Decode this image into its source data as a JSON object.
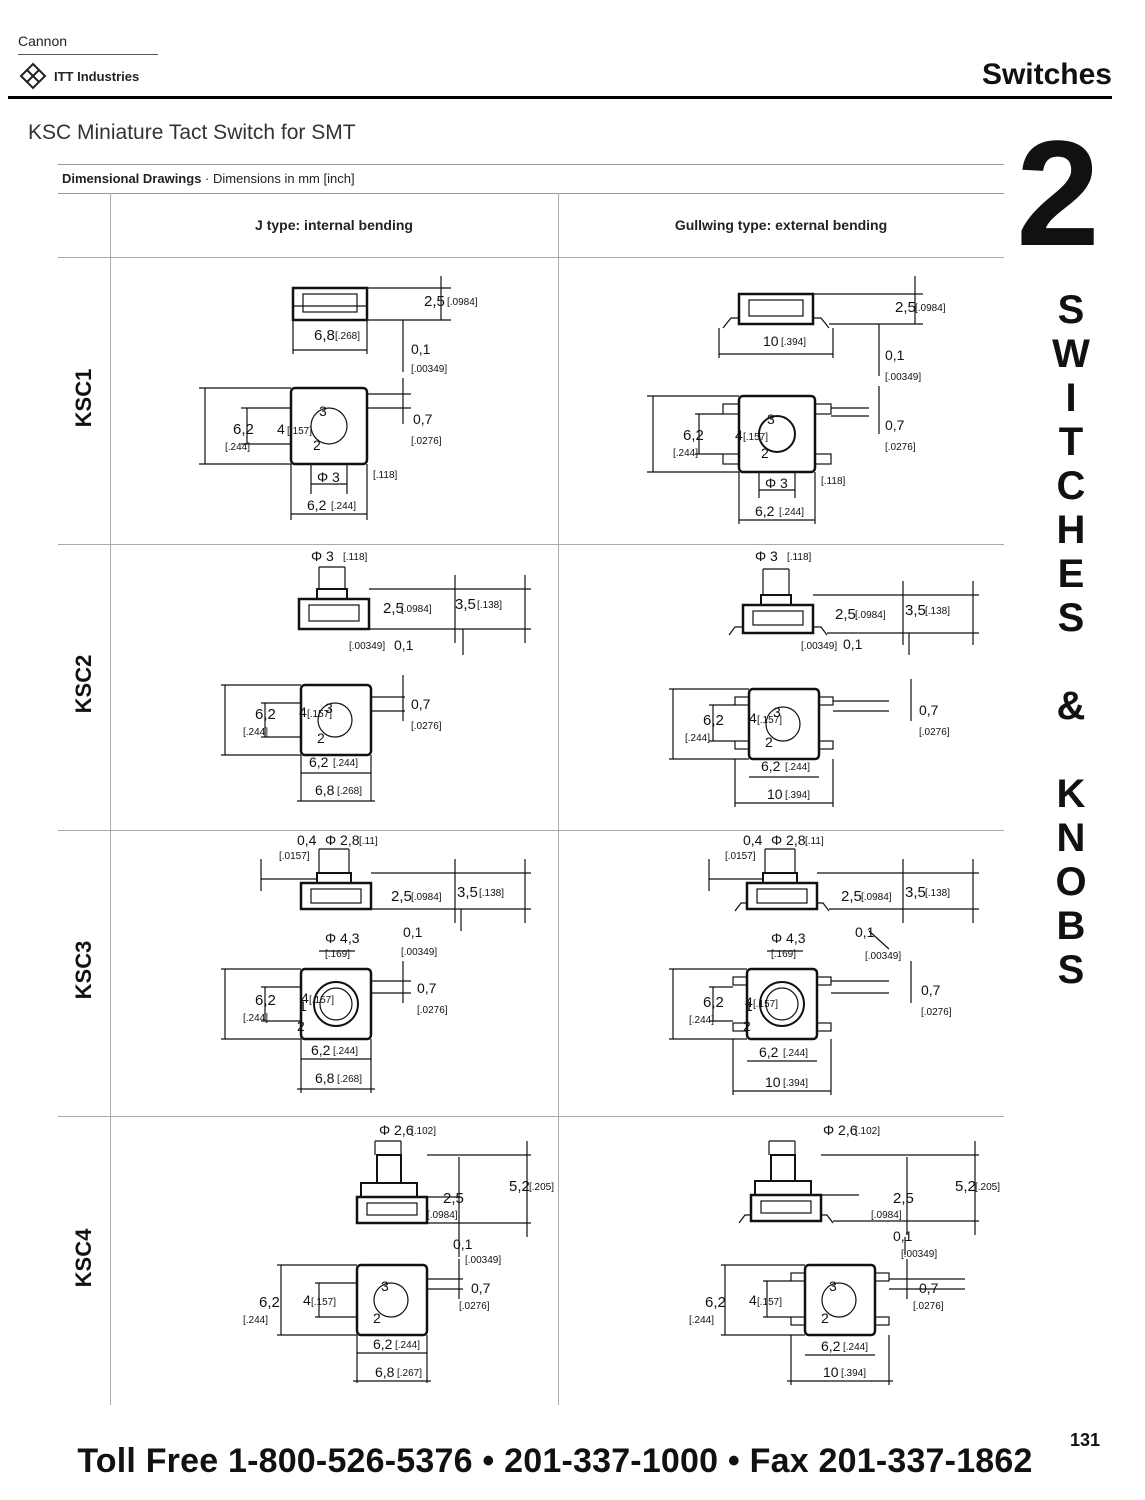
{
  "header": {
    "brand_top": "Cannon",
    "brand_company": "ITT Industries",
    "section": "Switches"
  },
  "title": "KSC Miniature Tact Switch for SMT",
  "caption": {
    "bold": "Dimensional Drawings",
    "rest": " · Dimensions in mm [inch]"
  },
  "chapter": {
    "number": "2",
    "letters": [
      "S",
      "W",
      "I",
      "T",
      "C",
      "H",
      "E",
      "S",
      " ",
      "&",
      " ",
      "K",
      "N",
      "O",
      "B",
      "S"
    ]
  },
  "table": {
    "columns": [
      "J type: internal bending",
      "Gullwing type: external bending"
    ],
    "rows": [
      {
        "label": "KSC1"
      },
      {
        "label": "KSC2"
      },
      {
        "label": "KSC3"
      },
      {
        "label": "KSC4"
      }
    ]
  },
  "dims": {
    "ksc1_j": {
      "h": "2,5",
      "h_in": "[.0984]",
      "w": "6,8",
      "w_in": "[.268]",
      "t": "0,1",
      "t_in": "[.00349]",
      "a": "6,2",
      "a_in": "[.244]",
      "b": "4",
      "b_in": "[.157]",
      "c": "0,7",
      "c_in": "[.0276]",
      "d": "Φ 3",
      "d_in": "[.118]",
      "e": "6,2",
      "e_in": "[.244]"
    },
    "ksc1_g": {
      "h": "2,5",
      "h_in": "[.0984]",
      "w": "10",
      "w_in": "[.394]",
      "t": "0,1",
      "t_in": "[.00349]",
      "a": "6,2",
      "a_in": "[.244]",
      "b": "4",
      "b_in": "[.157]",
      "c": "0,7",
      "c_in": "[.0276]",
      "d": "Φ 3",
      "d_in": "[.118]",
      "e": "6,2",
      "e_in": "[.244]"
    },
    "ksc2_j": {
      "top": "Φ 3",
      "top_in": "[.118]",
      "h": "2,5",
      "h_in": "[.0984]",
      "h2": "3,5",
      "h2_in": "[.138]",
      "t": "0,1",
      "t_in": "[.00349]",
      "a": "6,2",
      "a_in": "[.244]",
      "b": "4",
      "b_in": "[.157]",
      "c": "0,7",
      "c_in": "[.0276]",
      "e": "6,2",
      "e_in": "[.244]",
      "w": "6,8",
      "w_in": "[.268]"
    },
    "ksc2_g": {
      "top": "Φ 3",
      "top_in": "[.118]",
      "h": "2,5",
      "h_in": "[.0984]",
      "h2": "3,5",
      "h2_in": "[.138]",
      "t": "0,1",
      "t_in": "[.00349]",
      "a": "6,2",
      "a_in": "[.244]",
      "b": "4",
      "b_in": "[.157]",
      "c": "0,7",
      "c_in": "[.0276]",
      "e": "6,2",
      "e_in": "[.244]",
      "w": "10",
      "w_in": "[.394]"
    },
    "ksc3_j": {
      "s": "0,4",
      "s_in": "[.0157]",
      "top": "Φ 2,8",
      "top_in": "[.11]",
      "h": "2,5",
      "h_in": "[.0984]",
      "h2": "3,5",
      "h2_in": "[.138]",
      "d": "Φ 4,3",
      "d_in": "[.169]",
      "t": "0,1",
      "t_in": "[.00349]",
      "a": "6,2",
      "a_in": "[.244]",
      "b": "4",
      "b_in": "[.157]",
      "c": "0,7",
      "c_in": "[.0276]",
      "e": "6,2",
      "e_in": "[.244]",
      "w": "6,8",
      "w_in": "[.268]"
    },
    "ksc3_g": {
      "s": "0,4",
      "s_in": "[.0157]",
      "top": "Φ 2,8",
      "top_in": "[.11]",
      "h": "2,5",
      "h_in": "[.0984]",
      "h2": "3,5",
      "h2_in": "[.138]",
      "d": "Φ 4,3",
      "d_in": "[.169]",
      "t": "0,1",
      "t_in": "[.00349]",
      "a": "6,2",
      "a_in": "[.244]",
      "b": "4",
      "b_in": "[.157]",
      "c": "0,7",
      "c_in": "[.0276]",
      "e": "6,2",
      "e_in": "[.244]",
      "w": "10",
      "w_in": "[.394]"
    },
    "ksc4_j": {
      "top": "Φ 2,6",
      "top_in": "[.102]",
      "h": "2,5",
      "h_in": "[.0984]",
      "h2": "5,2",
      "h2_in": "[.205]",
      "t": "0,1",
      "t_in": "[.00349]",
      "a": "6,2",
      "a_in": "[.244]",
      "b": "4",
      "b_in": "[.157]",
      "c": "0,7",
      "c_in": "[.0276]",
      "e": "6,2",
      "e_in": "[.244]",
      "w": "6,8",
      "w_in": "[.267]"
    },
    "ksc4_g": {
      "top": "Φ 2,6",
      "top_in": "[.102]",
      "h": "2,5",
      "h_in": "[.0984]",
      "h2": "5,2",
      "h2_in": "[.205]",
      "t": "0,1",
      "t_in": "[.00349]",
      "a": "6,2",
      "a_in": "[.244]",
      "b": "4",
      "b_in": "[.157]",
      "c": "0,7",
      "c_in": "[.0276]",
      "e": "6,2",
      "e_in": "[.244]",
      "w": "10",
      "w_in": "[.394]"
    }
  },
  "footer": {
    "page": "131",
    "contact": "Toll Free 1-800-526-5376  •  201-337-1000  •  Fax 201-337-1862"
  }
}
